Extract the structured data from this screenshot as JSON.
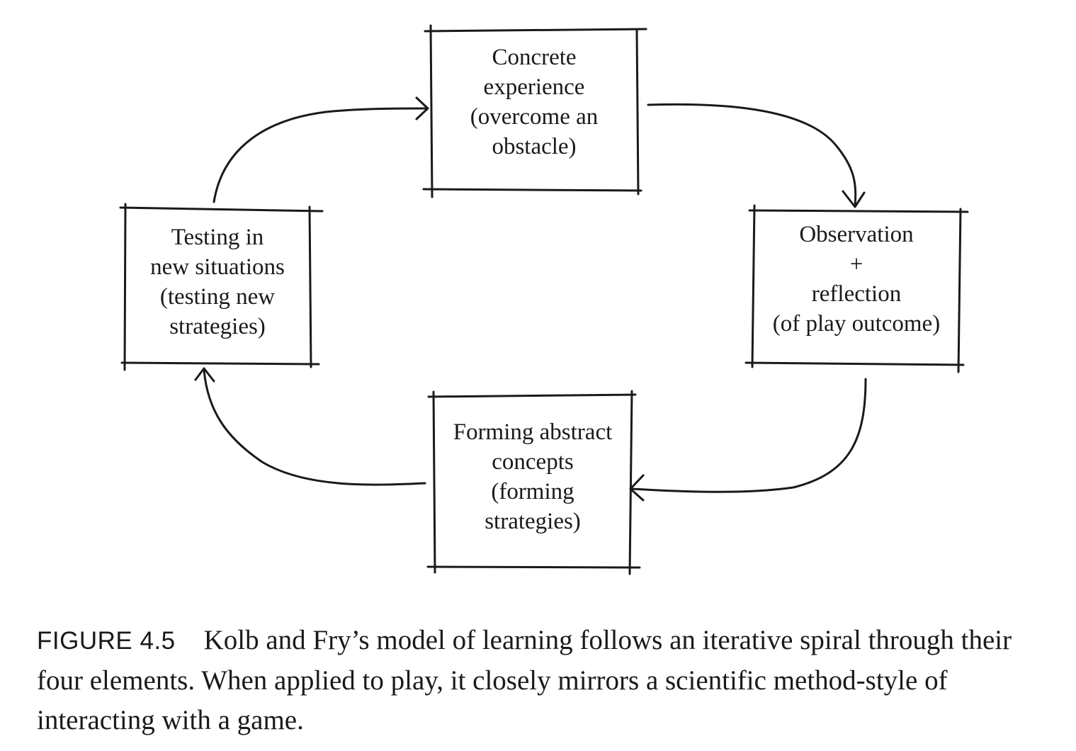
{
  "nodes": {
    "concrete": {
      "lines": [
        "Concrete",
        "experience",
        "(overcome an",
        "obstacle)"
      ]
    },
    "observation": {
      "lines": [
        "Observation",
        "+",
        "reflection",
        "(of play outcome)"
      ]
    },
    "forming": {
      "lines": [
        "Forming abstract",
        "concepts",
        "(forming",
        "strategies)"
      ]
    },
    "testing": {
      "lines": [
        "Testing in",
        "new situations",
        "(testing new",
        "strategies)"
      ]
    }
  },
  "caption": {
    "label": "FIGURE 4.5",
    "text": "Kolb and Fry’s model of learning follows an iterative spiral through their four elements. When applied to play, it closely mirrors a scientific method-style of interacting with a game."
  },
  "colors": {
    "ink": "#1a1a1a",
    "background": "#ffffff"
  }
}
